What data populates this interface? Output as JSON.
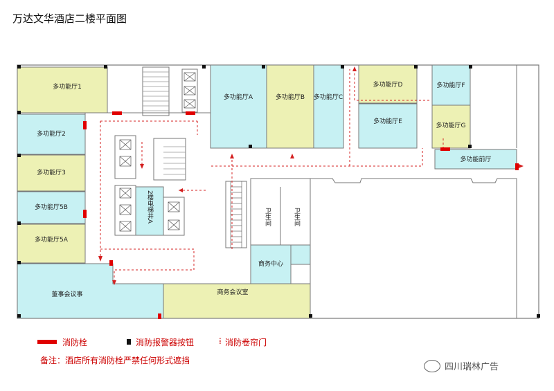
{
  "title": "万达文华酒店二楼平面图",
  "rooms": {
    "mf1": "多功能厅1",
    "mf2": "多功能厅2",
    "mf3": "多功能厅3",
    "mf5b": "多功能厅5B",
    "mf5a": "多功能厅5A",
    "board": "董事会议事",
    "business_meeting": "商务会议室",
    "mfa": "多功能厅A",
    "mfb": "多功能厅B",
    "mfc": "多功能厅C",
    "mfd": "多功能厅D",
    "mfe": "多功能厅E",
    "mff": "多功能厅F",
    "mfg": "多功能厅G",
    "pre_hall": "多功能前厅",
    "elevator_a": "2楼电梯井A",
    "wc1": "卫生间",
    "wc2": "卫生间",
    "business_center": "商务中心"
  },
  "legend": {
    "hydrant": "消防栓",
    "alarm": "消防报警器按钮",
    "shutter": "消防卷帘门"
  },
  "note": "备注：酒店所有消防栓严禁任何形式遮挡",
  "watermark": "四川瑞林广告",
  "colors": {
    "yellow": "#edf1b4",
    "cyan": "#c7f1f3",
    "wall": "#777777",
    "red": "#e00000"
  }
}
